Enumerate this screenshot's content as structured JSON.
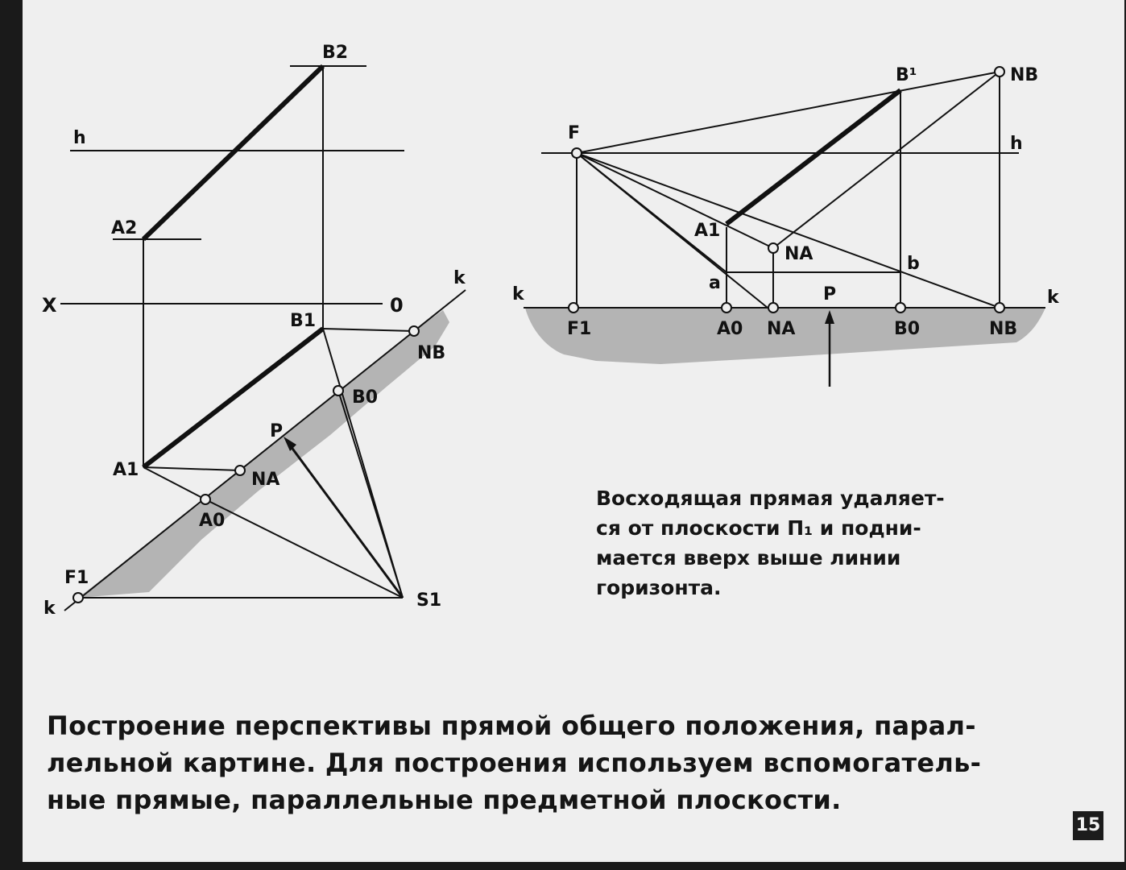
{
  "left_diagram": {
    "labels": {
      "B2": "B2",
      "h": "h",
      "A2": "A2",
      "X": "X",
      "O": "0",
      "k_top": "k",
      "B1": "B1",
      "NB": "NB",
      "B0": "B0",
      "P": "P",
      "A1": "A1",
      "NA": "NA",
      "A0": "A0",
      "F1": "F1",
      "k_bottom": "k",
      "S1": "S1"
    }
  },
  "right_diagram": {
    "labels": {
      "F": "F",
      "B_upper": "B¹",
      "NB_top": "NB",
      "h": "h",
      "A1": "A1",
      "NA_upper": "NA",
      "b": "b",
      "a": "a",
      "k_left": "k",
      "P": "P",
      "k_right": "k",
      "F1": "F1",
      "A0": "A0",
      "NA_lower": "NA",
      "B0": "B0",
      "NB_lower": "NB"
    }
  },
  "note": "Восходящая прямая удаляет-\nся от плоскости П₁ и подни-\nмается вверх выше линии\nгоризонта.",
  "caption": "Построение перспективы прямой общего положения, парал-\nлельной картине. Для построения используем вспомогатель-\nные прямые, параллельные предметной плоскости.",
  "slide_number": "15",
  "colors": {
    "background": "#efefef",
    "ink": "#111111",
    "shading": "#b4b4b4",
    "frame": "#1a1a1a"
  }
}
